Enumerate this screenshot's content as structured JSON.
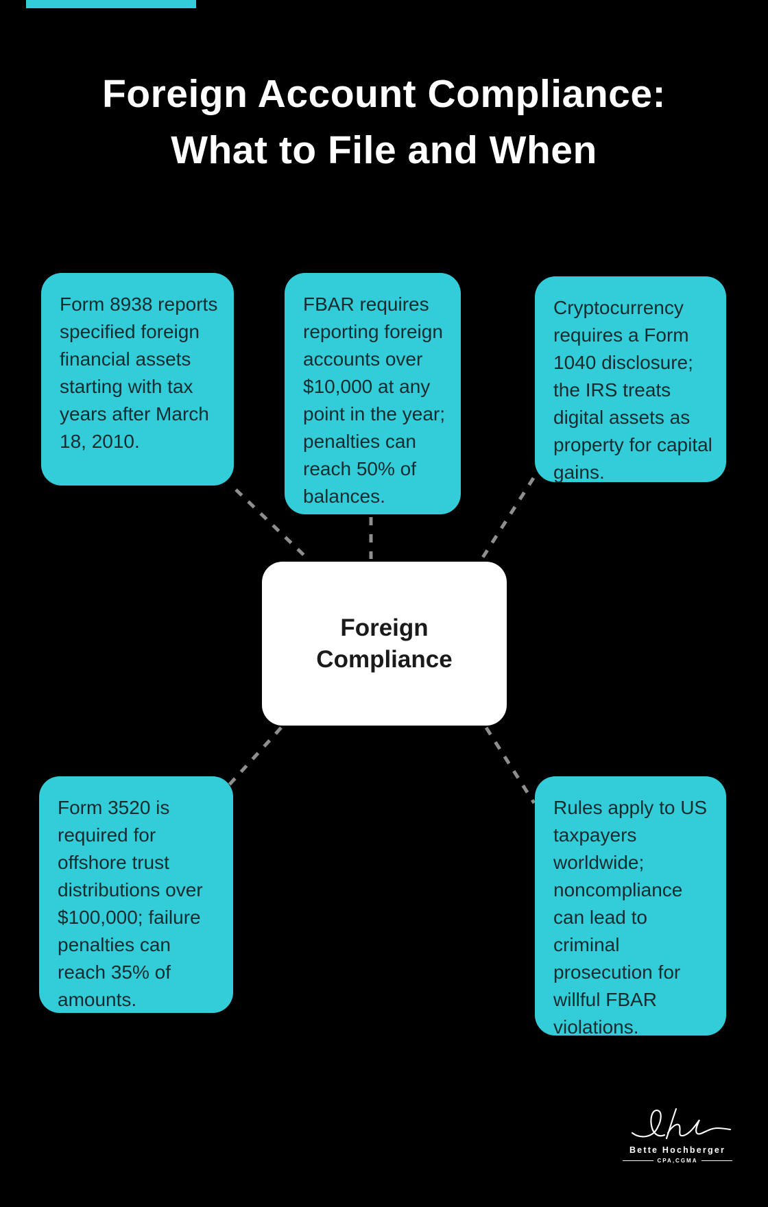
{
  "title": {
    "line1": "Foreign Account Compliance:",
    "line2": "What to File and When"
  },
  "center_node": {
    "line1": "Foreign",
    "line2": "Compliance"
  },
  "nodes": [
    {
      "id": "form-8938",
      "text": "Form 8938 reports specified foreign financial assets starting with tax years after March 18, 2010."
    },
    {
      "id": "fbar",
      "text": "FBAR requires reporting foreign accounts over $10,000 at any point in the year; penalties can reach 50% of balances."
    },
    {
      "id": "crypto",
      "text": "Cryptocurrency requires a Form 1040 disclosure; the IRS treats digital assets as property for capital gains."
    },
    {
      "id": "form-3520",
      "text": "Form 3520 is required for offshore trust distributions over $100,000; failure penalties can reach 35% of amounts."
    },
    {
      "id": "worldwide",
      "text": "Rules apply to US taxpayers worldwide; noncompliance can lead to criminal prosecution for willful FBAR violations."
    }
  ],
  "signature": {
    "name": "Bette Hochberger",
    "credentials": "CPA,CGMA"
  },
  "colors": {
    "background": "#000000",
    "node_fill": "#33CDD9",
    "node_text": "#132c30",
    "center_fill": "#ffffff",
    "center_text": "#1a1a1a",
    "connector": "#8e8e8e",
    "title_text": "#ffffff"
  }
}
